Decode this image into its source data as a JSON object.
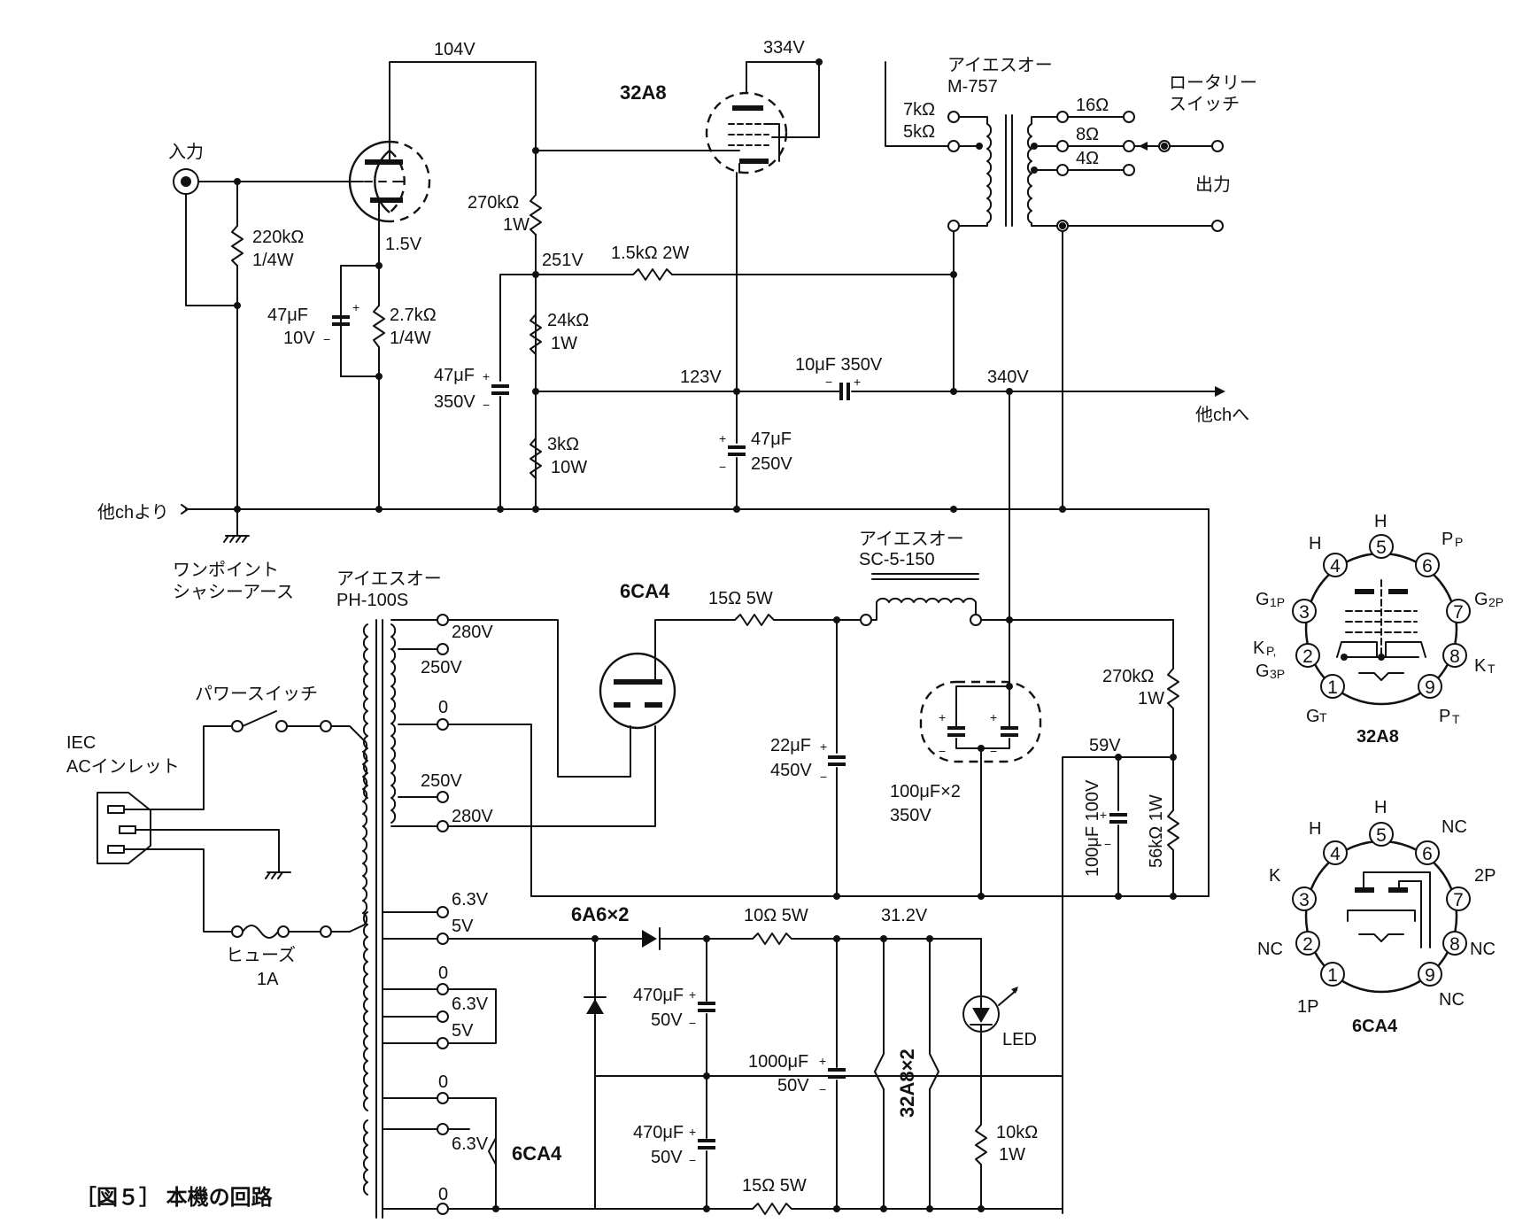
{
  "caption": "［図５］ 本機の回路",
  "tubes": {
    "t32a8": "32A8",
    "t6ca4": "6CA4",
    "t6a6": "6A6×2",
    "heater_32a8": "32A8×2",
    "heater_6ca4": "6CA4"
  },
  "io": {
    "input": "入力",
    "output": "出力",
    "from_other": "他chより",
    "to_other": "他chへ",
    "ground": [
      "ワンポイント",
      "シャシーアース"
    ],
    "iec": [
      "IEC",
      "ACインレット"
    ],
    "power_switch": "パワースイッチ",
    "fuse": [
      "ヒューズ",
      "1A"
    ],
    "rotary": [
      "ロータリー",
      "スイッチ"
    ],
    "led": "LED"
  },
  "transformers": {
    "output": [
      "アイエスオー",
      "M-757"
    ],
    "output_primary": [
      "7kΩ",
      "5kΩ"
    ],
    "output_secondary": [
      "16Ω",
      "8Ω",
      "4Ω"
    ],
    "choke": [
      "アイエスオー",
      "SC-5-150"
    ],
    "power": [
      "アイエスオー",
      "PH-100S"
    ],
    "power_taps": [
      "280V",
      "250V",
      "0",
      "250V",
      "280V"
    ],
    "heater_taps": [
      "6.3V",
      "5V",
      "0",
      "6.3V",
      "5V",
      "0",
      "6.3V",
      "0"
    ]
  },
  "voltages": [
    "104V",
    "334V",
    "1.5V",
    "251V",
    "123V",
    "340V",
    "59V",
    "31.2V"
  ],
  "components": {
    "r_220k": [
      "220kΩ",
      "1/4W"
    ],
    "c_47u_10": [
      "47μF",
      "10V"
    ],
    "r_2k7": [
      "2.7kΩ",
      "1/4W"
    ],
    "r_270k_1": [
      "270kΩ",
      "1W"
    ],
    "r_1k5": "1.5kΩ 2W",
    "r_24k": [
      "24kΩ",
      "1W"
    ],
    "c_47u_350": [
      "47μF",
      "350V"
    ],
    "r_3k": [
      "3kΩ",
      "10W"
    ],
    "c_10u": "10μF 350V",
    "c_47u_250": [
      "47μF",
      "250V"
    ],
    "r_15_top": "15Ω 5W",
    "c_22u": [
      "22μF",
      "450V"
    ],
    "c_100u_x2": [
      "100μF×2",
      "350V"
    ],
    "r_270k_2": [
      "270kΩ",
      "1W"
    ],
    "c_100u_100": "100μF 100V",
    "r_56k": "56kΩ 1W",
    "r_10": "10Ω 5W",
    "c_470u_a": [
      "470μF",
      "50V"
    ],
    "c_470u_b": [
      "470μF",
      "50V"
    ],
    "c_1000u": [
      "1000μF",
      "50V"
    ],
    "r_10k": [
      "10kΩ",
      "1W"
    ],
    "r_15_bottom": "15Ω 5W"
  },
  "pinouts": {
    "p32a8": {
      "name": "32A8",
      "pins": [
        "1",
        "2",
        "3",
        "4",
        "5",
        "6",
        "7",
        "8",
        "9"
      ],
      "labels": [
        "G",
        "K",
        "G",
        "H",
        "H",
        "P",
        "G",
        "K",
        "P"
      ]
    },
    "p6ca4": {
      "name": "6CA4",
      "pins": [
        "1",
        "2",
        "3",
        "4",
        "5",
        "6",
        "7",
        "8",
        "9"
      ],
      "labels": [
        "1P",
        "NC",
        "K",
        "H",
        "H",
        "NC",
        "2P",
        "NC",
        "NC"
      ]
    }
  }
}
